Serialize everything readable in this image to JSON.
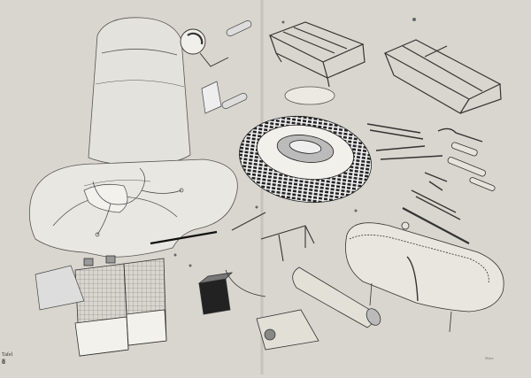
{
  "plate": {
    "label": "Tafel",
    "number": "8"
  },
  "signature": "Skizze"
}
